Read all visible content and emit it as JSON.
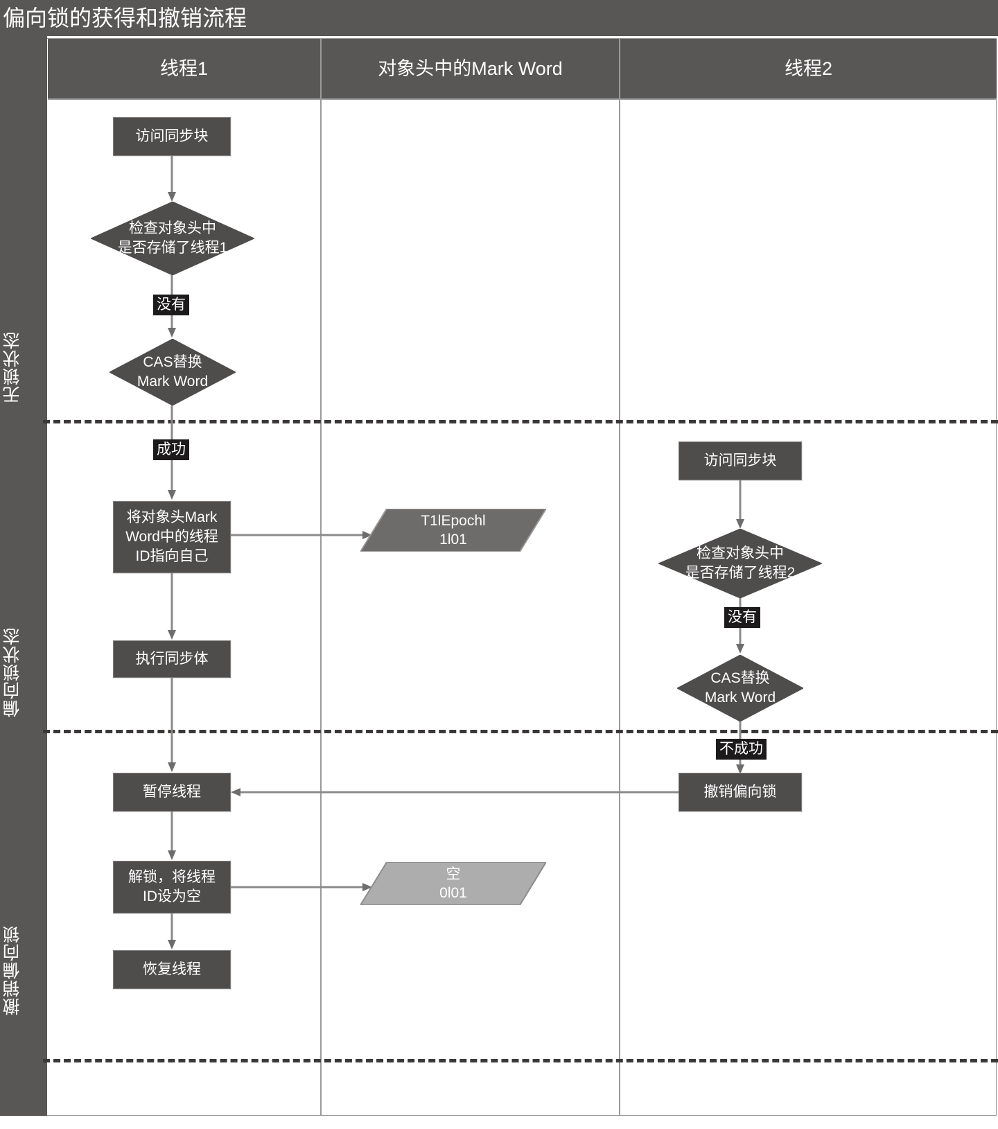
{
  "title": "偏向锁的获得和撤销流程",
  "columns": [
    {
      "key": "thread1",
      "label": "线程1"
    },
    {
      "key": "markword",
      "label": "对象头中的Mark Word"
    },
    {
      "key": "thread2",
      "label": "线程2"
    }
  ],
  "swimlanes": [
    {
      "key": "unlocked",
      "label": "无锁状态"
    },
    {
      "key": "biased",
      "label": "偏向锁状态"
    },
    {
      "key": "revoke",
      "label": "撤销偏向锁"
    }
  ],
  "nodes": {
    "t1_access": "访问同步块",
    "t1_check": "检查对象头中\n是否存储了线程1",
    "t1_cas": "CAS替换\nMark Word",
    "t1_point_self": "将对象头Mark\nWord中的线程\nID指向自己",
    "t1_exec": "执行同步体",
    "t1_pause": "暂停线程",
    "t1_unlock": "解锁，将线程\nID设为空",
    "t1_resume": "恢复线程",
    "mw_biased": "T1lEpochl\n1l01",
    "mw_empty": "空\n0l01",
    "t2_access": "访问同步块",
    "t2_check": "检查对象头中\n是否存储了线程2",
    "t2_cas": "CAS替换\nMark Word",
    "t2_revoke": "撤销偏向锁"
  },
  "edge_labels": {
    "t1_no": "没有",
    "t1_success": "成功",
    "t2_no": "没有",
    "t2_fail": "不成功"
  },
  "colors": {
    "header_fill": "#595656",
    "node_fill": "#4f4c4c",
    "node_fill_light": "#adadad",
    "connector": "#8c8989",
    "divider": "#9a9a9a",
    "chip_bg": "#1c1a1a",
    "text_on_dark": "#ffffff"
  }
}
